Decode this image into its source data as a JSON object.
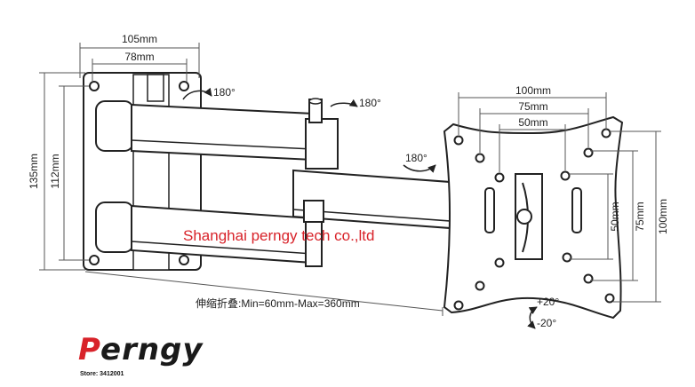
{
  "dimensions": {
    "plate_width_outer": "105mm",
    "plate_width_inner": "78mm",
    "plate_height_outer": "135mm",
    "plate_height_inner": "112mm",
    "vesa_h_100": "100mm",
    "vesa_h_75": "75mm",
    "vesa_h_50": "50mm",
    "vesa_v_50": "50mm",
    "vesa_v_75": "75mm",
    "vesa_v_100": "100mm"
  },
  "rotations": {
    "wall_joint": "180°",
    "middle_joint": "180°",
    "head_joint": "180°",
    "tilt_up": "+20°",
    "tilt_down": "-20°"
  },
  "extension_note": "伸缩折叠:Min=60mm-Max=360mm",
  "watermark": "Shanghai perngy tech co.,ltd",
  "brand": {
    "first_letter": "P",
    "rest": "erngy"
  },
  "store": "Store: 3412001",
  "colors": {
    "brand_red": "#d8232a",
    "ink": "#1a1a1a"
  }
}
